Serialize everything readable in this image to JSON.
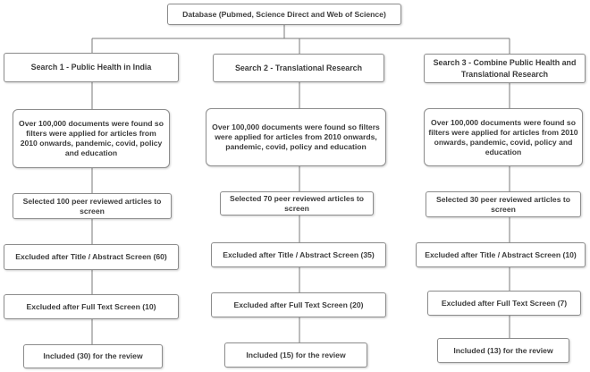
{
  "database": {
    "label": "Database  (Pubmed, Science Direct and Web of Science)"
  },
  "columns": [
    {
      "search": "Search 1 - Public Health in India",
      "found": "Over 100,000 documents were found so filters were applied for articles from 2010 onwards, pandemic, covid, policy and  education",
      "selected": "Selected 100 peer reviewed articles to screen",
      "excluded_title_abstract": "Excluded after Title / Abstract Screen (60)",
      "excluded_full_text": "Excluded after Full Text Screen (10)",
      "included": "Included (30) for the review"
    },
    {
      "search": "Search 2 - Translational Research",
      "found": "Over 100,000 documents were found so filters were applied for articles from 2010 onwards, pandemic, covid, policy and education",
      "selected": "Selected 70 peer reviewed articles to screen",
      "excluded_title_abstract": "Excluded after Title / Abstract Screen (35)",
      "excluded_full_text": "Excluded after Full Text Screen (20)",
      "included": "Included (15) for the review"
    },
    {
      "search": "Search 3 - Combine Public Health and Translational Research",
      "found": "Over 100,000 documents were found so filters were applied for articles from 2010 onwards, pandemic, covid, policy and  education",
      "selected": "Selected 30 peer reviewed articles to screen",
      "excluded_title_abstract": "Excluded after Title / Abstract Screen (10)",
      "excluded_full_text": "Excluded after Full Text Screen (7)",
      "included": "Included (13) for the review"
    }
  ],
  "colors": {
    "border": "#8c8c8c",
    "text": "#3b3b3b",
    "line": "#7a7a7a"
  }
}
